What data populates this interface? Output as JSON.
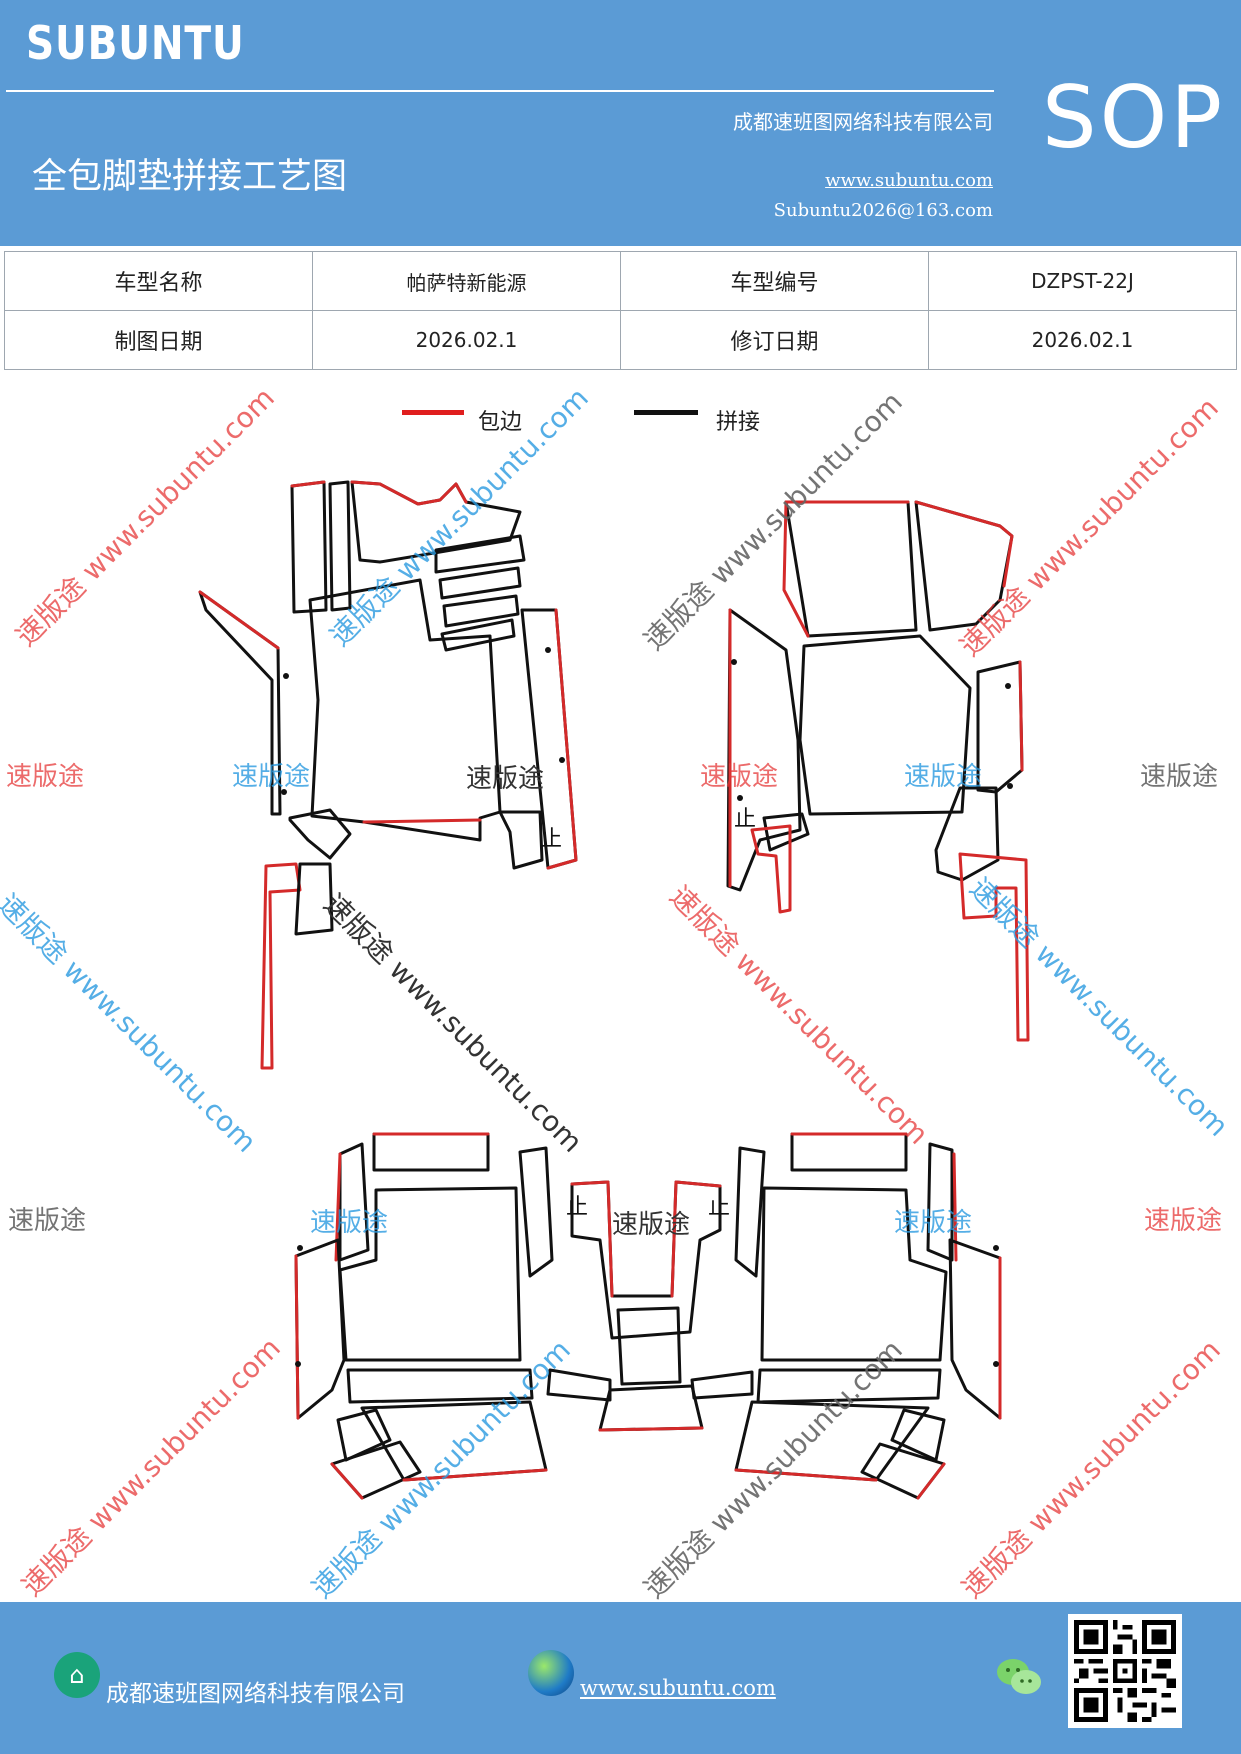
{
  "header": {
    "brand": "SUBUNTU",
    "badge": "SOP",
    "company": "成都速班图网络科技有限公司",
    "title": "全包脚垫拼接工艺图",
    "website": "www.subuntu.com",
    "email": "Subuntu2026@163.com"
  },
  "info_table": {
    "rows": [
      {
        "label1": "车型名称",
        "value1": "帕萨特新能源",
        "label2": "车型编号",
        "value2": "DZPST-22J"
      },
      {
        "label1": "制图日期",
        "value1": "2026.02.1",
        "label2": "修订日期",
        "value2": "2026.02.1"
      }
    ]
  },
  "legend": {
    "edge_label": "包边",
    "edge_color": "#e01e1e",
    "join_label": "拼接",
    "join_color": "#111111"
  },
  "diagram": {
    "stop_mark": "止",
    "watermark_brand": "速版途",
    "watermark_long": "速版途 www.subuntu.com",
    "watermark_url": "www.subuntu.com"
  },
  "footer": {
    "company": "成都速班图网络科技有限公司",
    "website": "www.subuntu.com",
    "home_icon": "home-icon",
    "globe_icon": "globe-icon",
    "wechat_icon": "wechat-icon",
    "qr_icon": "qr-code-icon"
  }
}
